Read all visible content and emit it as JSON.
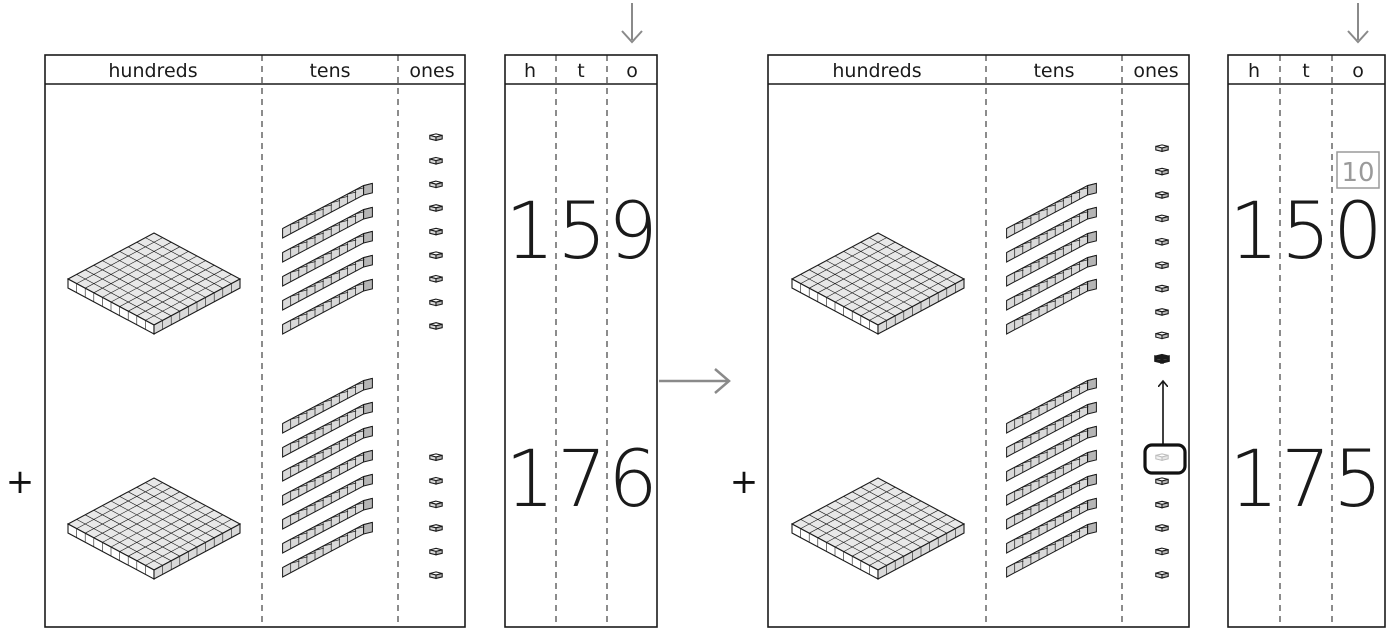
{
  "headers": {
    "hundreds": "hundreds",
    "tens": "tens",
    "ones": "ones",
    "h": "h",
    "t": "t",
    "o": "o"
  },
  "plus_sign": "+",
  "left": {
    "number1": {
      "h": "1",
      "t": "5",
      "o": "9"
    },
    "number2": {
      "h": "1",
      "t": "7",
      "o": "6"
    },
    "blocks1": {
      "hundreds": 1,
      "tens": 5,
      "ones": 9
    },
    "blocks2": {
      "hundreds": 1,
      "tens": 7,
      "ones": 6
    }
  },
  "right": {
    "number1": {
      "h": "1",
      "t": "5",
      "o": "0"
    },
    "number2": {
      "h": "1",
      "t": "7",
      "o": "5"
    },
    "carry_ones": "10",
    "blocks1": {
      "hundreds": 1,
      "tens": 5,
      "ones": 10
    },
    "blocks2": {
      "hundreds": 1,
      "tens": 7,
      "ones": 5
    }
  },
  "colors": {
    "line": "#1a1a1a",
    "arrow": "#8a8a8a",
    "cube_top": "#ffffff",
    "cube_left": "#d9d9d9",
    "cube_right": "#b5b5b5"
  }
}
